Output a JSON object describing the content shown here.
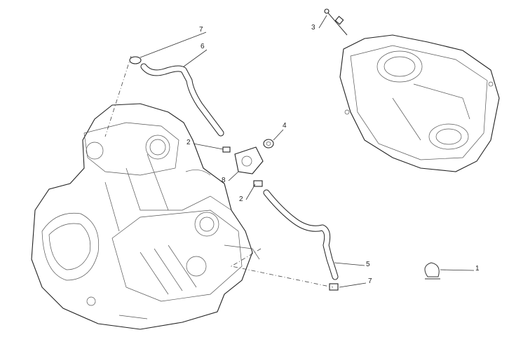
{
  "diagram": {
    "callouts": [
      {
        "id": "c7a",
        "label": "7"
      },
      {
        "id": "c6",
        "label": "6"
      },
      {
        "id": "c3",
        "label": "3"
      },
      {
        "id": "c4",
        "label": "4"
      },
      {
        "id": "c2a",
        "label": "2"
      },
      {
        "id": "c8",
        "label": "8"
      },
      {
        "id": "c2b",
        "label": "2"
      },
      {
        "id": "c5",
        "label": "5"
      },
      {
        "id": "c7b",
        "label": "7"
      },
      {
        "id": "c1",
        "label": "1"
      }
    ]
  }
}
